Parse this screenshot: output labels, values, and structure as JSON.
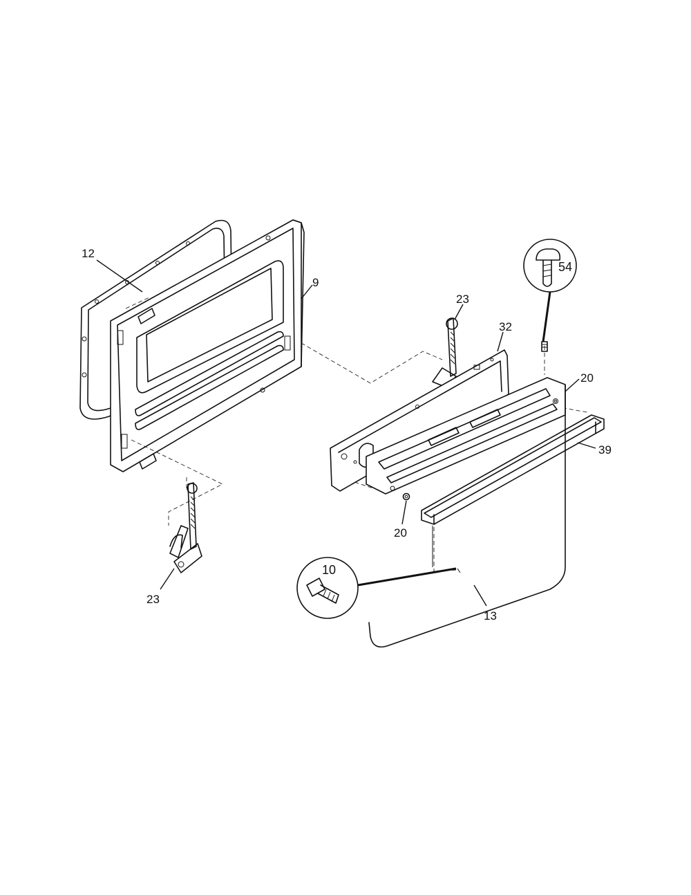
{
  "callouts": {
    "c12": "12",
    "c9": "9",
    "c23_top": "23",
    "c32": "32",
    "c54": "54",
    "c20_right": "20",
    "c39": "39",
    "c20_bottom": "20",
    "c10": "10",
    "c13": "13",
    "c23_left": "23"
  }
}
